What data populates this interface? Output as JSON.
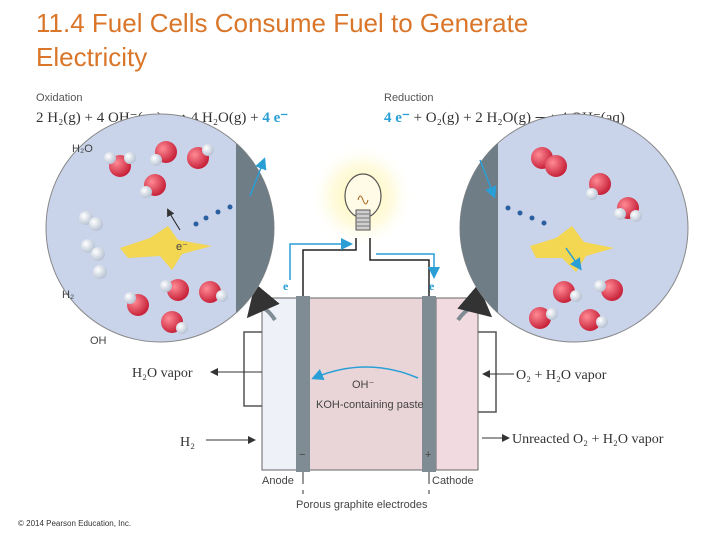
{
  "title": {
    "line1": "11.4 Fuel Cells Consume Fuel to Generate",
    "line2": "Electricity"
  },
  "oxidation": {
    "heading": "Oxidation",
    "equation_main": "2 H₂(g) + 4 OH⁻(aq) ⟶ 4 H₂O(g) + ",
    "equation_electrons": "4 e⁻"
  },
  "reduction": {
    "heading": "Reduction",
    "equation_electrons": "4 e⁻",
    "equation_main": " + O₂(g) + 2 H₂O(g) ⟶ 4 OH⁻(aq)"
  },
  "diagram": {
    "left_circle_labels": {
      "h2o": "H₂O",
      "h2": "H₂",
      "oh": "OH",
      "electron": "e⁻"
    },
    "wire_electron_left": "e",
    "wire_electron_right": "e",
    "h2o_vapor": "H₂O vapor",
    "h2": "H₂",
    "o2_h2o_vapor": "O₂ + H₂O vapor",
    "unreacted": "Unreacted O₂ + H₂O vapor",
    "oh_ion": "OH⁻",
    "paste": "KOH-containing paste",
    "minus_sign": "−",
    "plus_sign": "+",
    "anode": "Anode",
    "cathode": "Cathode",
    "electrodes": "Porous graphite electrodes"
  },
  "colors": {
    "title": "#d9762a",
    "electron_blue": "#2a9fd6",
    "circle_fill": "#c9d3ea",
    "electrode": "#7f8c93",
    "paste": "#e9d4d8",
    "oxygen_red": "#d9344a"
  },
  "copyright": "© 2014 Pearson Education, Inc."
}
